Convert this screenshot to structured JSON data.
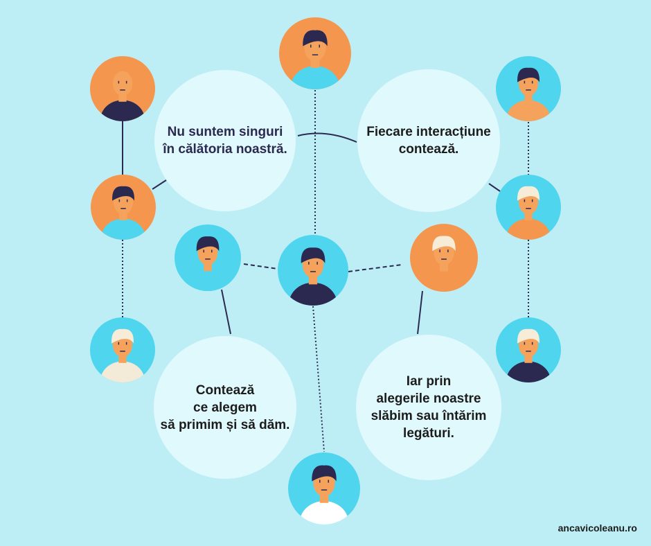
{
  "bubbles": [
    {
      "lines": [
        "Nu suntem singuri",
        "în călătoria noastră."
      ]
    },
    {
      "lines": [
        "Fiecare interacțiune",
        "contează."
      ]
    },
    {
      "lines": [
        "Contează",
        "ce alegem",
        "să primim și să dăm."
      ]
    },
    {
      "lines": [
        "Iar prin",
        "alegerile noastre",
        "slăbim sau întărim",
        "legături."
      ]
    }
  ],
  "footer": {
    "site": "ancavicoleanu.ro"
  },
  "colors": {
    "background": "#bdeef5",
    "bubble": "#e0f9fd",
    "orange": "#f5964f",
    "cyan": "#4fd6ee",
    "navy": "#2b2950",
    "skin": "#f5a35c"
  },
  "avatars": [
    {
      "bg": "orange",
      "hair": "none"
    },
    {
      "bg": "orange",
      "hair": "navy"
    },
    {
      "bg": "cyan",
      "hair": "navy"
    },
    {
      "bg": "orange",
      "hair": "navy"
    },
    {
      "bg": "cyan",
      "hair": "navy"
    },
    {
      "bg": "cyan",
      "hair": "navy"
    },
    {
      "bg": "orange",
      "hair": "light"
    },
    {
      "bg": "cyan",
      "hair": "light"
    },
    {
      "bg": "cyan",
      "hair": "light"
    },
    {
      "bg": "cyan",
      "hair": "light"
    },
    {
      "bg": "cyan",
      "hair": "navy"
    }
  ]
}
